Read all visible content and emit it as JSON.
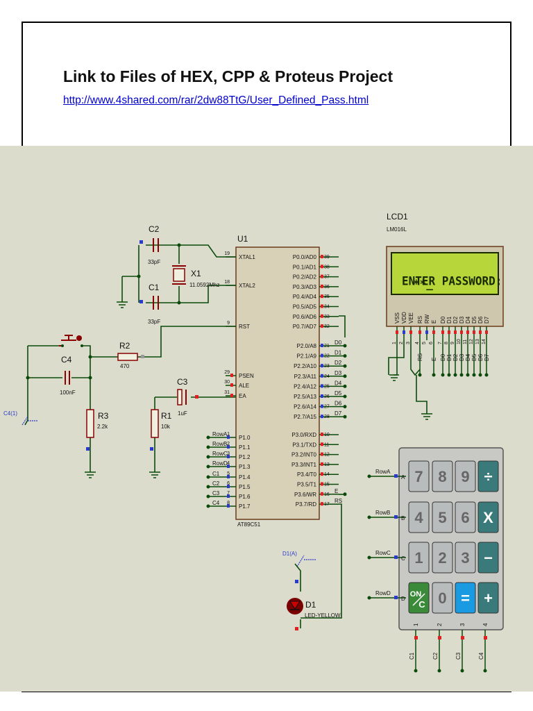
{
  "document": {
    "title": "Link to Files of HEX, CPP & Proteus Project",
    "link": "http://www.4shared.com/rar/2dw88TtG/User_Defined_Pass.html"
  },
  "schematic": {
    "colors": {
      "background": "#dcdccc",
      "wire": "#0a4a0a",
      "component": "#8a0000",
      "pin_red": "#e02020",
      "pin_blue": "#2a3acc",
      "lcd_screen": "#b6d63a",
      "lcd_text": "#1a2a00",
      "key_gray": "#b8bcbc",
      "key_teal": "#3a7a7a",
      "key_green": "#3a8a3a",
      "key_blue": "#1a9ae0"
    },
    "mcu": {
      "ref": "U1",
      "part": "AT89C51",
      "left_pins": [
        {
          "num": "19",
          "name": "XTAL1"
        },
        {
          "num": "18",
          "name": "XTAL2"
        },
        {
          "num": "9",
          "name": "RST"
        },
        {
          "num": "29",
          "name": "PSEN"
        },
        {
          "num": "30",
          "name": "ALE"
        },
        {
          "num": "31",
          "name": "EA"
        },
        {
          "num": "1",
          "name": "P1.0"
        },
        {
          "num": "2",
          "name": "P1.1"
        },
        {
          "num": "3",
          "name": "P1.2"
        },
        {
          "num": "4",
          "name": "P1.3"
        },
        {
          "num": "5",
          "name": "P1.4"
        },
        {
          "num": "6",
          "name": "P1.5"
        },
        {
          "num": "7",
          "name": "P1.6"
        },
        {
          "num": "8",
          "name": "P1.7"
        }
      ],
      "p1_nets": [
        "RowA",
        "RowB",
        "RowC",
        "RowD",
        "C1",
        "C2",
        "C3",
        "C4"
      ],
      "right_pins": [
        {
          "num": "39",
          "name": "P0.0/AD0"
        },
        {
          "num": "38",
          "name": "P0.1/AD1"
        },
        {
          "num": "37",
          "name": "P0.2/AD2"
        },
        {
          "num": "36",
          "name": "P0.3/AD3"
        },
        {
          "num": "35",
          "name": "P0.4/AD4"
        },
        {
          "num": "34",
          "name": "P0.5/AD5"
        },
        {
          "num": "33",
          "name": "P0.6/AD6"
        },
        {
          "num": "32",
          "name": "P0.7/AD7"
        },
        {
          "num": "21",
          "name": "P2.0/A8"
        },
        {
          "num": "22",
          "name": "P2.1/A9"
        },
        {
          "num": "23",
          "name": "P2.2/A10"
        },
        {
          "num": "24",
          "name": "P2.3/A11"
        },
        {
          "num": "25",
          "name": "P2.4/A12"
        },
        {
          "num": "26",
          "name": "P2.5/A13"
        },
        {
          "num": "27",
          "name": "P2.6/A14"
        },
        {
          "num": "28",
          "name": "P2.7/A15"
        },
        {
          "num": "10",
          "name": "P3.0/RXD"
        },
        {
          "num": "11",
          "name": "P3.1/TXD"
        },
        {
          "num": "12",
          "name": "P3.2/INT0"
        },
        {
          "num": "13",
          "name": "P3.3/INT1"
        },
        {
          "num": "14",
          "name": "P3.4/T0"
        },
        {
          "num": "15",
          "name": "P3.5/T1"
        },
        {
          "num": "16",
          "name": "P3.6/WR"
        },
        {
          "num": "17",
          "name": "P3.7/RD"
        }
      ],
      "p2_nets": [
        "D0",
        "D1",
        "D2",
        "D3",
        "D4",
        "D5",
        "D6",
        "D7"
      ],
      "p3_nets": [
        "E",
        "RS"
      ]
    },
    "components": {
      "c2": {
        "ref": "C2",
        "value": "33pF"
      },
      "c1": {
        "ref": "C1",
        "value": "33pF"
      },
      "x1": {
        "ref": "X1",
        "value": "11.0592Mhz"
      },
      "c4": {
        "ref": "C4",
        "value": "100nF"
      },
      "r2": {
        "ref": "R2",
        "value": "470"
      },
      "r3": {
        "ref": "R3",
        "value": "2.2k"
      },
      "c3": {
        "ref": "C3",
        "value": "1uF"
      },
      "r1": {
        "ref": "R1",
        "value": "10k"
      },
      "d1": {
        "ref": "D1",
        "value": "LED-YELLOW"
      },
      "probe_c4": "C4(1)",
      "probe_d1": "D1(A)"
    },
    "lcd": {
      "ref": "LCD1",
      "part": "LM016L",
      "line1": "ENTER PASSWORD:",
      "line2": "**_",
      "pin_names": [
        "VSS",
        "VDD",
        "VEE",
        "RS",
        "RW",
        "E",
        "D0",
        "D1",
        "D2",
        "D3",
        "D4",
        "D5",
        "D6",
        "D7"
      ],
      "pin_numbers": [
        "1",
        "2",
        "3",
        "4",
        "5",
        "6",
        "7",
        "8",
        "9",
        "10",
        "11",
        "12",
        "13",
        "14"
      ],
      "net_labels": [
        "RS",
        "E",
        "D0",
        "D1",
        "D2",
        "D3",
        "D4",
        "D5",
        "D6",
        "D7"
      ]
    },
    "keypad": {
      "rows": [
        "RowA",
        "RowB",
        "RowC",
        "RowD"
      ],
      "row_letters": [
        "A",
        "B",
        "C",
        "D"
      ],
      "col_numbers": [
        "1",
        "2",
        "3",
        "4"
      ],
      "col_nets": [
        "C1",
        "C2",
        "C3",
        "C4"
      ],
      "keys": [
        [
          "7",
          "8",
          "9",
          "÷"
        ],
        [
          "4",
          "5",
          "6",
          "X"
        ],
        [
          "1",
          "2",
          "3",
          "−"
        ],
        [
          "ON/C",
          "0",
          "=",
          "+"
        ]
      ]
    }
  }
}
